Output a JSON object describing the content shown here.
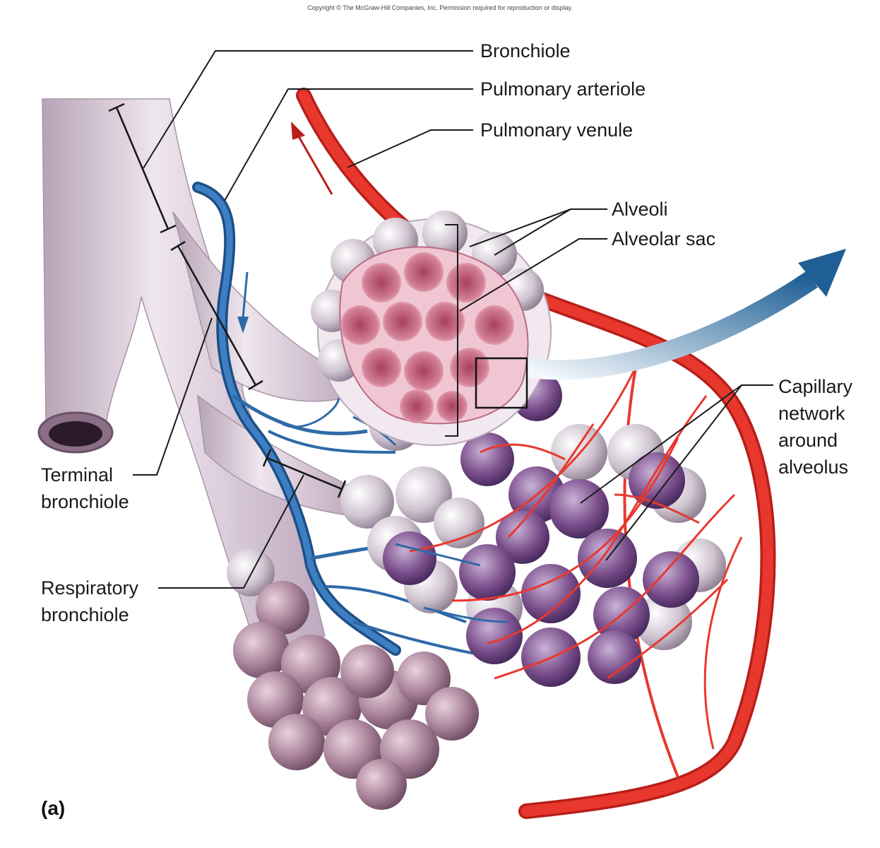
{
  "copyright": "Copyright © The McGraw-Hill Companies, Inc. Permission required for reproduction or display.",
  "panel_letter": "(a)",
  "labels": {
    "bronchiole": "Bronchiole",
    "pulmonary_arteriole": "Pulmonary arteriole",
    "pulmonary_venule": "Pulmonary venule",
    "alveoli": "Alveoli",
    "alveolar_sac": "Alveolar sac",
    "capillary_network": [
      "Capillary",
      "network",
      "around",
      "alveolus"
    ],
    "terminal_bronchiole": [
      "Terminal",
      "bronchiole"
    ],
    "respiratory_bronchiole": [
      "Respiratory",
      "bronchiole"
    ]
  },
  "colors": {
    "airway": "#d9c8d6",
    "artery_blue": "#2f6aa8",
    "vein_red": "#e8382e",
    "alveolus_pink": "#c96a86",
    "alveolus_purple": "#7b4f8c"
  }
}
